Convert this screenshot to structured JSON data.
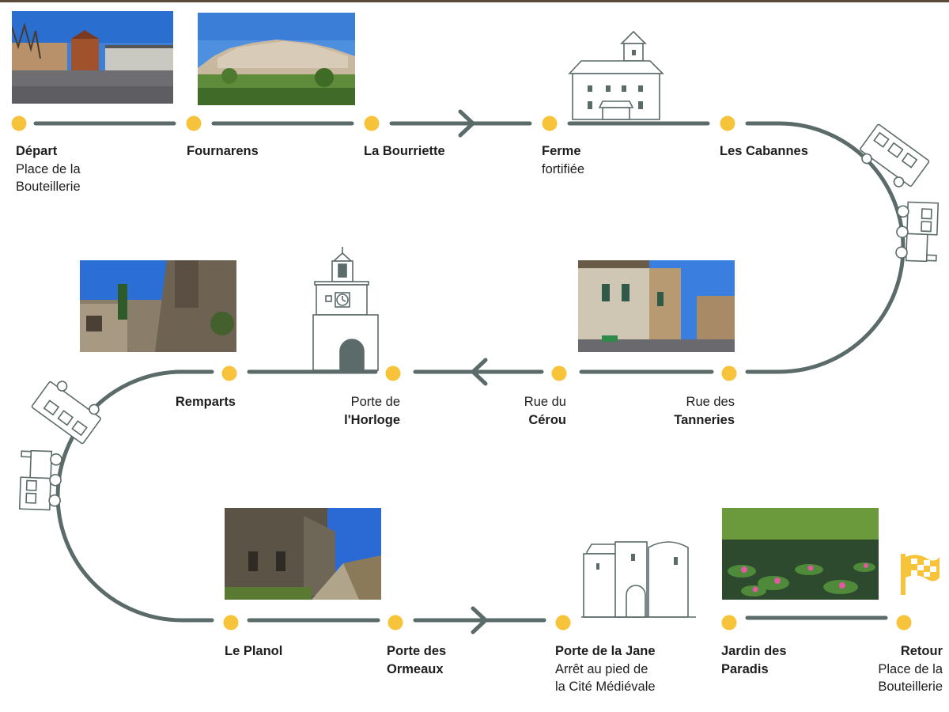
{
  "colors": {
    "track": "#5b6b69",
    "dot": "#f6c33b",
    "outline": "#5b6b69",
    "flag": "#f6c33b"
  },
  "stops": {
    "depart": {
      "title": "Départ",
      "sub1": "Place de la",
      "sub2": "Bouteillerie"
    },
    "fournarens": {
      "title": "Fournarens"
    },
    "bourriette": {
      "title": "La Bourriette"
    },
    "ferme": {
      "title": "Ferme",
      "sub1": "fortifiée"
    },
    "cabannes": {
      "title": "Les Cabannes"
    },
    "tanneries": {
      "line1": "Rue des",
      "line2": "Tanneries"
    },
    "cerou": {
      "line1": "Rue du",
      "line2": "Cérou"
    },
    "horloge": {
      "line1": "Porte de",
      "line2": "l'Horloge"
    },
    "remparts": {
      "title": "Remparts"
    },
    "planol": {
      "title": "Le Planol"
    },
    "ormeaux": {
      "title": "Porte des",
      "title2": "Ormeaux"
    },
    "jane": {
      "title": "Porte de la Jane",
      "sub1": "Arrêt au pied de",
      "sub2": "la Cité Médiévale"
    },
    "paradis": {
      "title": "Jardin des",
      "title2": "Paradis"
    },
    "retour": {
      "title": "Retour",
      "sub1": "Place de la",
      "sub2": "Bouteillerie"
    }
  },
  "icons": [
    "farmhouse-icon",
    "train-icon",
    "clock-gate-icon",
    "castle-gate-icon",
    "finish-flag-icon",
    "arrow-icon"
  ]
}
